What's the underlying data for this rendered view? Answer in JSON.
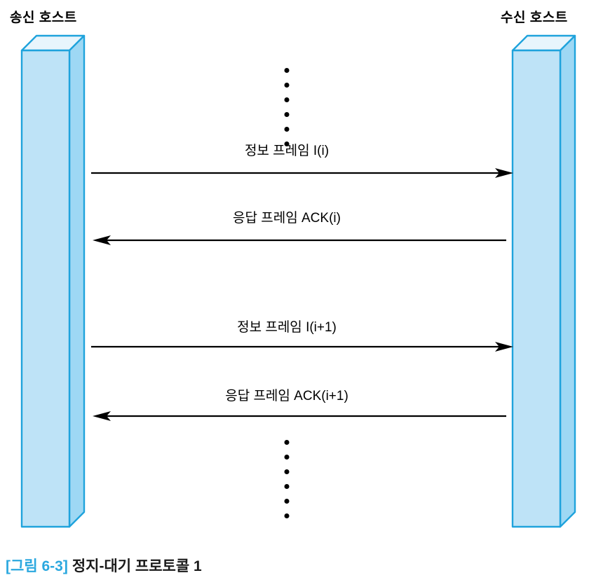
{
  "figure": {
    "sender_label": "송신 호스트",
    "receiver_label": "수신 호스트",
    "caption_number": "[그림 6-3]",
    "caption_text": "정지-대기 프로토콜 1",
    "colors": {
      "box_outline": "#1FA3DC",
      "box_front": "#BEE3F7",
      "box_top": "#E8F5FC",
      "box_side": "#9ED8F4",
      "caption_accent": "#2BA8DF",
      "arrow": "#000000"
    },
    "messages": [
      {
        "label": "정보 프레임 I(i)",
        "direction": "right"
      },
      {
        "label": "응답 프레임 ACK(i)",
        "direction": "left"
      },
      {
        "label": "정보 프레임 I(i+1)",
        "direction": "right"
      },
      {
        "label": "응답 프레임 ACK(i+1)",
        "direction": "left"
      }
    ],
    "ellipsis_top_count": 6,
    "ellipsis_bottom_count": 6
  }
}
